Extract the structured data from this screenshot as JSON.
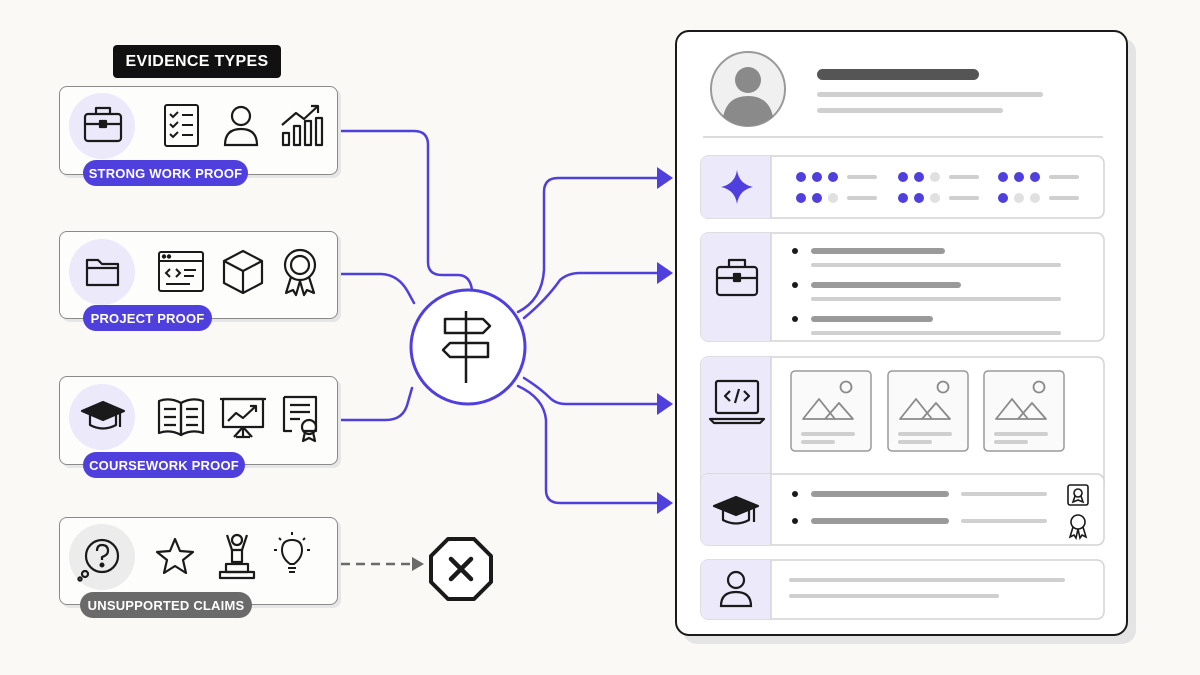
{
  "header": {
    "title": "EVIDENCE TYPES"
  },
  "evidence_groups": [
    {
      "label": "STRONG WORK PROOF",
      "icons": [
        "briefcase-icon",
        "checklist-icon",
        "person-icon",
        "growth-chart-icon"
      ]
    },
    {
      "label": "PROJECT PROOF",
      "icons": [
        "folder-icon",
        "code-window-icon",
        "cube-icon",
        "award-ribbon-icon"
      ]
    },
    {
      "label": "COURSEWORK PROOF",
      "icons": [
        "graduation-cap-icon",
        "open-book-icon",
        "presentation-board-icon",
        "certificate-icon"
      ]
    },
    {
      "label": "UNSUPPORTED CLAIMS",
      "icons": [
        "question-bubble-icon",
        "star-icon",
        "podium-winner-icon",
        "lightbulb-icon"
      ]
    }
  ],
  "router": {
    "icon": "signpost-icon"
  },
  "rejected": {
    "icon": "octagon-x-icon"
  },
  "resume_sections": [
    {
      "name": "skills",
      "icon": "sparkle-icon"
    },
    {
      "name": "experience",
      "icon": "briefcase-icon"
    },
    {
      "name": "projects",
      "icon": "laptop-code-icon"
    },
    {
      "name": "education",
      "icon": "graduation-cap-icon"
    },
    {
      "name": "about",
      "icon": "person-icon"
    }
  ],
  "colors": {
    "accent": "#4f3fdc",
    "accent_light": "#ece9fb",
    "muted": "#6a6a6a",
    "ink": "#1a1a1a"
  }
}
